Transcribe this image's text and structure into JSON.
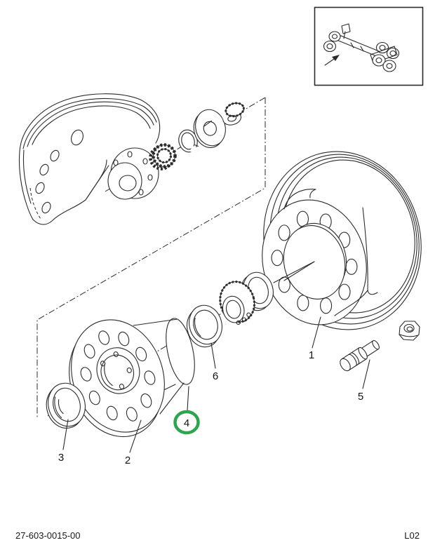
{
  "figure": {
    "footer_left": "27-603-0015-00",
    "footer_right": "L02"
  },
  "colors": {
    "line": "#2b2b2b",
    "highlight_green": "#2da44e",
    "background": "#ffffff"
  },
  "callouts": [
    {
      "label": "1",
      "highlighted": false
    },
    {
      "label": "2",
      "highlighted": false
    },
    {
      "label": "3",
      "highlighted": false
    },
    {
      "label": "4",
      "highlighted": true
    },
    {
      "label": "5",
      "highlighted": false
    },
    {
      "label": "6",
      "highlighted": false
    }
  ]
}
